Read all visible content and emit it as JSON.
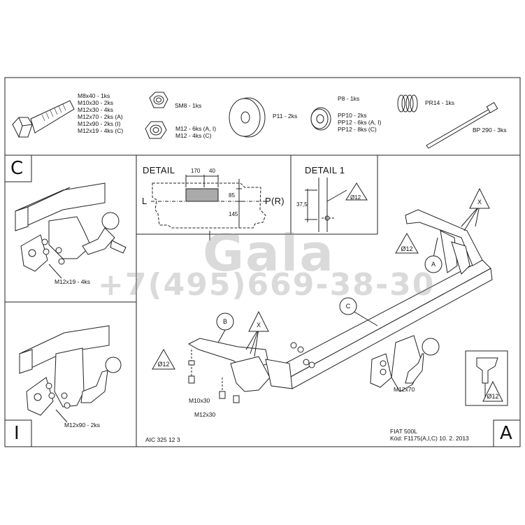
{
  "parts": {
    "bolt_list": [
      "M8x40 - 1ks",
      "M10x30 - 2ks",
      "M12x30 - 4ks",
      "M12x70 - 2ks (A)",
      "M12x90 - 2ks (I)",
      "M12x19 - 4ks (C)"
    ],
    "nut_sm8": "SM8 - 1ks",
    "nut_list": [
      "M12 - 6ks (A, I)",
      "M12 - 4ks (C)"
    ],
    "washer_p11": "P11 - 2ks",
    "washer_p8": "P8 - 1ks",
    "washer_pp_list": [
      "PP10 - 2ks",
      "PP12 - 6ks (A, I)",
      "PP12 - 8ks (C)"
    ],
    "spring": "PR14 - 1ks",
    "cable_tie": "BP 290 - 3ks"
  },
  "variants": {
    "c_letter": "C",
    "c_bolts": "M12x19 - 4ks",
    "i_letter": "I",
    "i_bolts": "M12x90 - 2ks",
    "a_letter": "A"
  },
  "detail": {
    "title": "DETAIL",
    "dim_170": "170",
    "dim_40": "40",
    "dim_85": "85",
    "dim_145": "145",
    "left": "L",
    "right": "P(R)"
  },
  "detail1": {
    "title": "DETAIL 1",
    "dim_37_5": "37,5",
    "hole": "Ø12"
  },
  "main": {
    "callout_a": "A",
    "callout_b": "B",
    "callout_c": "C",
    "callout_x": "X",
    "hole_label": "Ø12",
    "bolt_m12x70": "M12x70",
    "bolt_m10x30": "M10x30",
    "bolt_m12x30": "M12x30"
  },
  "footer": {
    "code": "AIC 325 12 3",
    "car": "FIAT 500L",
    "kod": "Kód: F1175(A,I,C)  10. 2. 2013"
  },
  "watermark": {
    "brand": "Gala",
    "phone": "+7(495)669-38-30"
  }
}
